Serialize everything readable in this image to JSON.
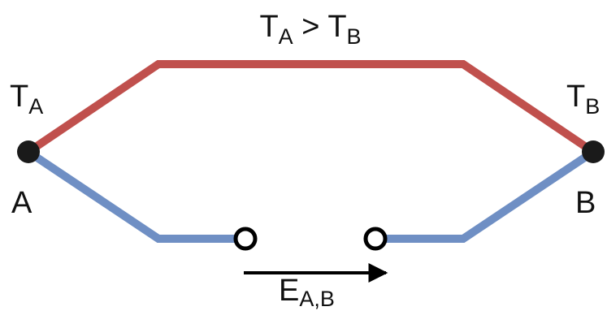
{
  "title": {
    "t1": "T",
    "t1_sub": "A",
    "op": " > ",
    "t2": "T",
    "t2_sub": "B"
  },
  "point_a": {
    "temp_main": "T",
    "temp_sub": "A",
    "label": "A"
  },
  "point_b": {
    "temp_main": "T",
    "temp_sub": "B",
    "label": "B"
  },
  "emf": {
    "main": "E",
    "sub": "A,B"
  },
  "colors": {
    "hot_wire": "#c0504d",
    "cold_wire": "#6f8fc4",
    "junction": "#1a1a1a",
    "terminal_stroke": "#000000",
    "arrow": "#000000"
  }
}
